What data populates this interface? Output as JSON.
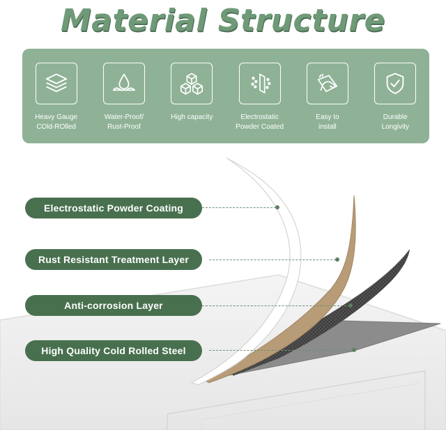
{
  "title": "Material Structure",
  "features": [
    {
      "icon": "layers-icon",
      "label": "Heavy Gauge\nCOld-ROlled"
    },
    {
      "icon": "water-drop-icon",
      "label": "Water-Proof/\nRust-Proof"
    },
    {
      "icon": "cubes-icon",
      "label": "High capacity"
    },
    {
      "icon": "powder-spray-icon",
      "label": "Electrostatic\nPowder Coated"
    },
    {
      "icon": "wipe-hand-icon",
      "label": "Easy to\ninstall"
    },
    {
      "icon": "shield-check-icon",
      "label": "Durable\nLongivity"
    }
  ],
  "layers": [
    {
      "label": "Electrostatic Powder Coating"
    },
    {
      "label": "Rust Resistant Treatment Layer"
    },
    {
      "label": "Anti-corrosion Layer"
    },
    {
      "label": "High Quality Cold Rolled Steel"
    }
  ],
  "colors": {
    "title_green": "#6f9a78",
    "panel_green": "#8fb296",
    "label_green": "#48704f",
    "tan_layer": "#b89c78",
    "dark_layer": "#3a3a3a"
  }
}
